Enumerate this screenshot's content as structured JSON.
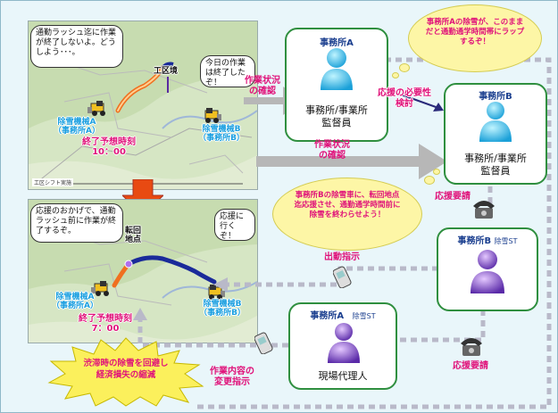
{
  "colors": {
    "accent": "#e0127a",
    "office_title": "#1b3f8f",
    "node_border": "#2f8f3f",
    "background": "#e9f6fa",
    "bubble": "#fdf6a6",
    "route_orange": "#f07020",
    "route_blue": "#1a2a9a"
  },
  "map_top": {
    "bubble_a": "通勤ラッシュ迄に作業が終了しないよ。どうしよう･･･。",
    "bubble_b": "今日の作業は終了したぞ！",
    "section_label": "工区境",
    "vehicle_a": "除雪機械A\n（事務所A）",
    "vehicle_b": "除雪機械B\n（事務所B）",
    "end_time": "終了予想時刻\n10：00",
    "footer": "工区シフト実施"
  },
  "map_bottom": {
    "bubble_a": "応援のおかげで、通勤ラッシュ前に作業が終了するぞ。",
    "bubble_b": "応援に行くぞ！",
    "turn_point": "転回\n地点",
    "vehicle_a": "除雪機械A\n（事務所A）",
    "vehicle_b": "除雪機械B\n（事務所B）",
    "end_time": "終了予想時刻\n7：00"
  },
  "nodes": {
    "office_a": {
      "office": "事務所A",
      "role": "事務所/事業所\n監督員"
    },
    "office_b": {
      "office": "事務所B",
      "role": "事務所/事業所\n監督員"
    },
    "office_b_st": {
      "office": "事務所B",
      "suffix": "除雪ST"
    },
    "office_a_st": {
      "office": "事務所A",
      "suffix": "除雪ST",
      "role": "現場代理人"
    }
  },
  "labels": {
    "status_check_1": "作業状況\nの確認",
    "status_check_2": "作業状況\nの確認",
    "need_review": "応援の必要性\n検討",
    "support_request_1": "応援要請",
    "support_request_2": "応援要請",
    "dispatch": "出動指示",
    "change_order": "作業内容の\n変更指示"
  },
  "thoughts": {
    "office_a_worry": "事務所Aの除雪が、このままだと通勤通学時間帯にラップするぞ！",
    "office_b_plan": "事務所Bの除雪車に、転回地点迄応援させ、通勤通学時間前に除雪を終わらせよう！"
  },
  "burst": "渋滞時の除雪を回避し\n経済損失の縮減",
  "icons": [
    "person-icon",
    "telephone-icon",
    "mobile-phone-icon",
    "snowplow-icon",
    "down-arrow-icon"
  ]
}
